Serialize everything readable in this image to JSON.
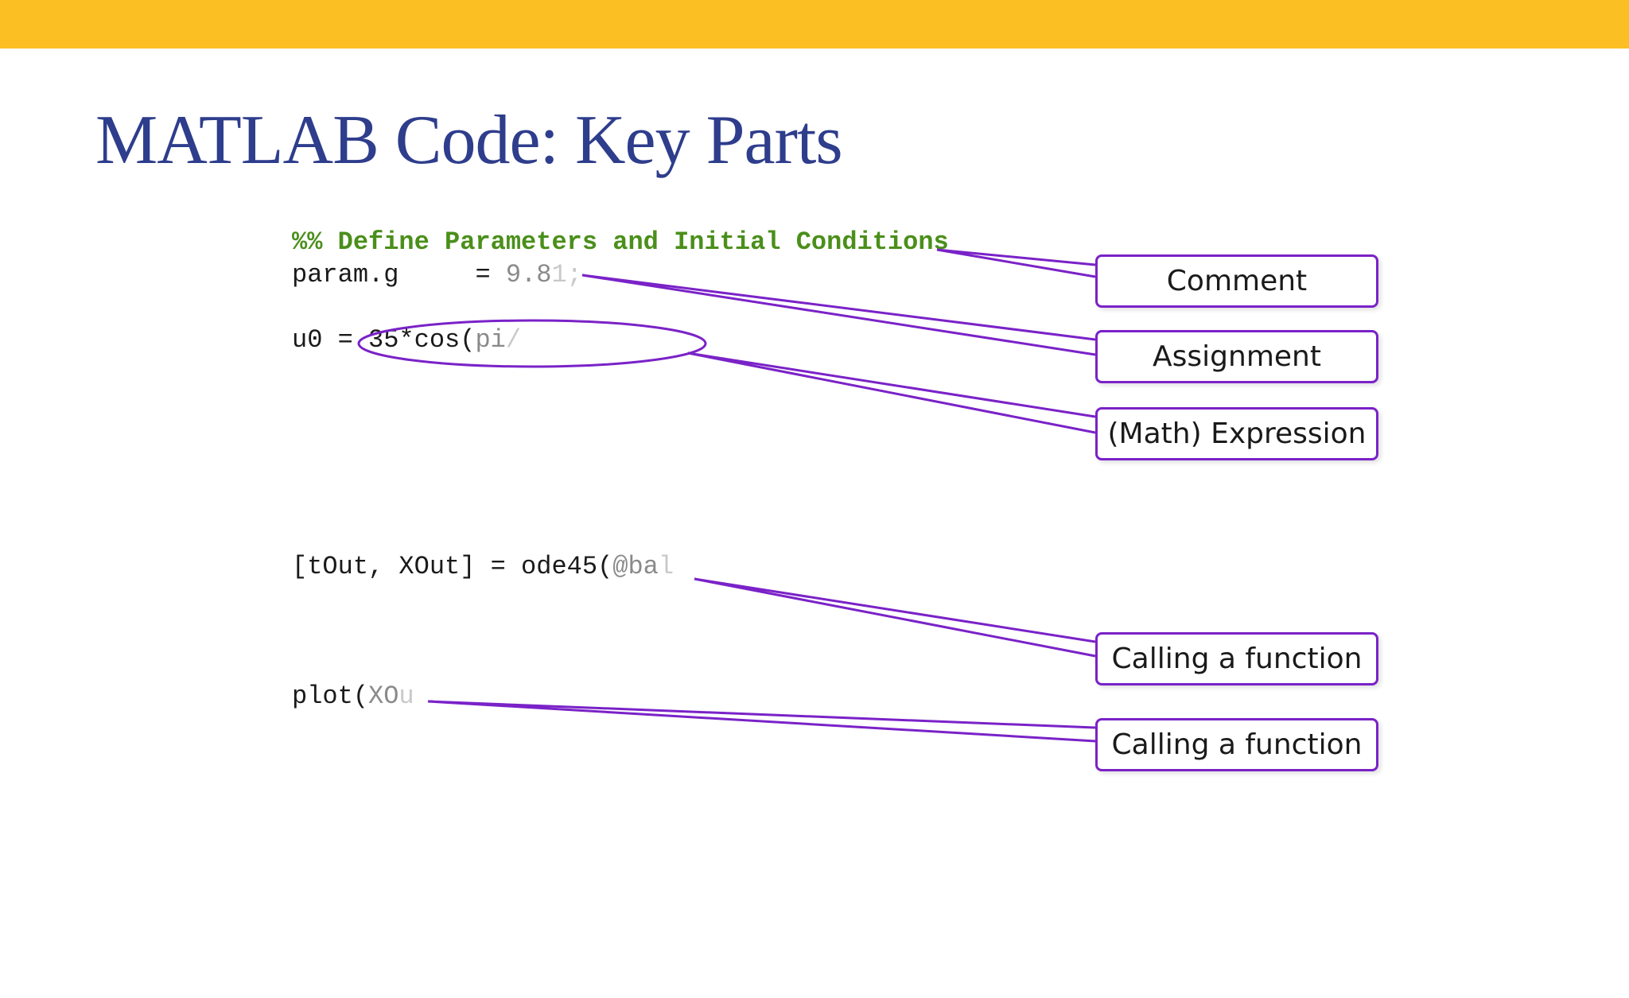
{
  "slide": {
    "title": "MATLAB Code: Key Parts",
    "accent_bar_color": "#fbbf24",
    "title_color": "#2e3d8c",
    "annotation_color": "#7a22c8"
  },
  "code": {
    "comment_line": "%% Define Parameters and Initial Conditions",
    "assign_prefix": "param.g     = ",
    "assign_val": "9.8",
    "assign_faint": "1;",
    "expr_prefix": "u0 = 35*cos(",
    "expr_fade": "pi",
    "expr_faint": "/",
    "ode_prefix": "[tOut, XOut] = ode45(",
    "ode_fade": "@ba",
    "ode_faint": "l",
    "plot_prefix": "plot(",
    "plot_fade": "XO",
    "plot_faint": "u"
  },
  "callouts": {
    "comment": "Comment",
    "assignment": "Assignment",
    "expression": "(Math) Expression",
    "call1": "Calling a function",
    "call2": "Calling a function"
  }
}
